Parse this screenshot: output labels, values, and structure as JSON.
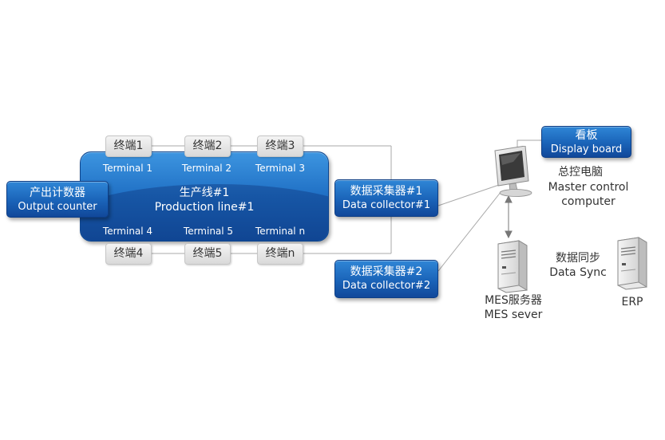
{
  "production_line": {
    "title_cn": "生产线#1",
    "title_en": "Production line#1"
  },
  "terminals_top": [
    {
      "tab": "终端1",
      "label": "Terminal 1"
    },
    {
      "tab": "终端2",
      "label": "Terminal 2"
    },
    {
      "tab": "终端3",
      "label": "Terminal 3"
    }
  ],
  "terminals_bottom": [
    {
      "tab": "终端4",
      "label": "Terminal 4"
    },
    {
      "tab": "终端5",
      "label": "Terminal 5"
    },
    {
      "tab": "终端n",
      "label": "Terminal n"
    }
  ],
  "output_counter": {
    "cn": "产出计数器",
    "en": "Output counter"
  },
  "collector_1": {
    "cn": "数据采集器#1",
    "en": "Data collector#1"
  },
  "collector_2": {
    "cn": "数据采集器#2",
    "en": "Data collector#2"
  },
  "display_board": {
    "cn": "看板",
    "en": "Display board"
  },
  "master_computer": {
    "cn": "总控电脑",
    "en_line1": "Master control",
    "en_line2": "computer"
  },
  "data_sync": {
    "cn": "数据同步",
    "en": "Data Sync"
  },
  "mes_server": {
    "cn": "MES服务器",
    "en": "MES sever"
  },
  "erp_server": {
    "label": "ERP"
  },
  "icons": {
    "computer": "desktop-computer-icon",
    "server": "tower-server-icon"
  },
  "colors": {
    "box_blue": "#1a63b8",
    "tab_gray": "#e3e3e3",
    "wire_gray": "#a8a8a8"
  }
}
